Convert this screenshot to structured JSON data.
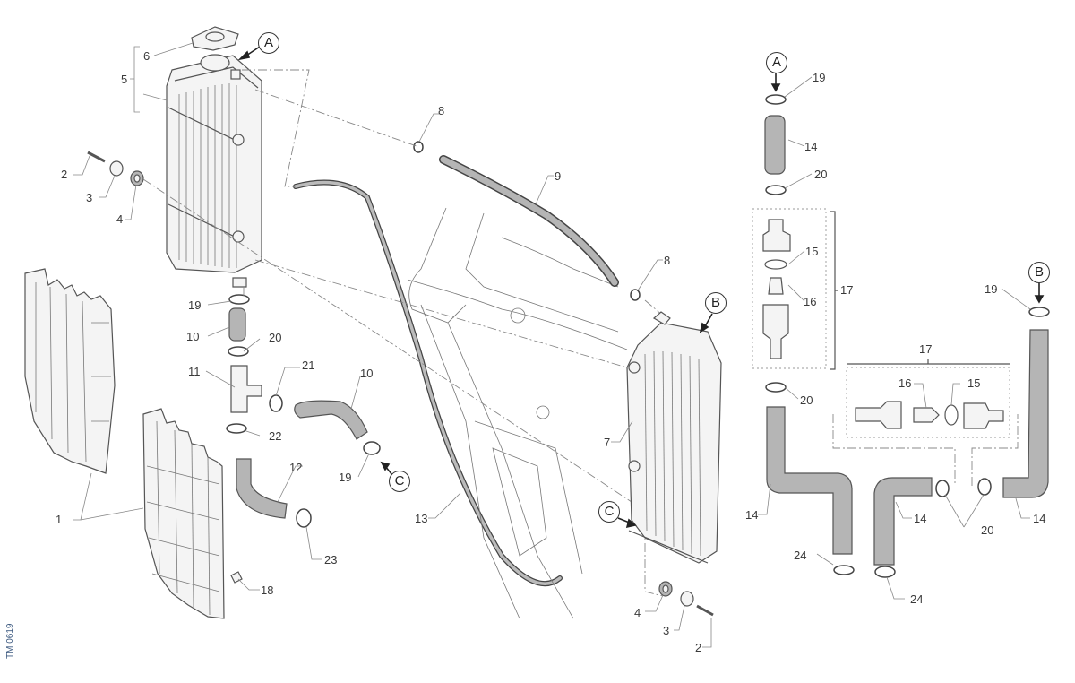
{
  "diagram": {
    "title": "Radiator / cooling system exploded view",
    "drawing_code": "TM 0619",
    "colors": {
      "line": "#555555",
      "hose_fill": "#b5b5b5",
      "part_fill": "#f4f4f4",
      "label": "#3a3a3a",
      "code": "#3d5a80"
    },
    "callouts": [
      {
        "id": "A",
        "label": "A"
      },
      {
        "id": "A2",
        "label": "A"
      },
      {
        "id": "B",
        "label": "B"
      },
      {
        "id": "B2",
        "label": "B"
      },
      {
        "id": "C",
        "label": "C"
      },
      {
        "id": "C2",
        "label": "C"
      }
    ],
    "part_labels": [
      {
        "part": "1",
        "label": "1",
        "description": "radiator guard"
      },
      {
        "part": "2",
        "label": "2",
        "description": "screw (left)"
      },
      {
        "part": "2",
        "label": "2",
        "description": "screw (right)"
      },
      {
        "part": "3",
        "label": "3",
        "description": "bushing (left)"
      },
      {
        "part": "3",
        "label": "3",
        "description": "bushing (right)"
      },
      {
        "part": "4",
        "label": "4",
        "description": "rubber grommet (left)"
      },
      {
        "part": "4",
        "label": "4",
        "description": "rubber grommet (right)"
      },
      {
        "part": "5",
        "label": "5",
        "description": "left radiator assembly"
      },
      {
        "part": "6",
        "label": "6",
        "description": "radiator cap"
      },
      {
        "part": "7",
        "label": "7",
        "description": "right radiator"
      },
      {
        "part": "8",
        "label": "8",
        "description": "hose clip (upper)"
      },
      {
        "part": "8",
        "label": "8",
        "description": "hose clip (lower)"
      },
      {
        "part": "9",
        "label": "9",
        "description": "connecting hose"
      },
      {
        "part": "10",
        "label": "10",
        "description": "straight hose"
      },
      {
        "part": "10",
        "label": "10",
        "description": "bent hose"
      },
      {
        "part": "11",
        "label": "11",
        "description": "T-piece"
      },
      {
        "part": "12",
        "label": "12",
        "description": "elbow hose"
      },
      {
        "part": "13",
        "label": "13",
        "description": "overflow hose"
      },
      {
        "part": "14",
        "label": "14",
        "description": "hose (top)"
      },
      {
        "part": "14",
        "label": "14",
        "description": "hose (left elbow)"
      },
      {
        "part": "14",
        "label": "14",
        "description": "hose (middle elbow)"
      },
      {
        "part": "14",
        "label": "14",
        "description": "hose (right elbow)"
      },
      {
        "part": "15",
        "label": "15",
        "description": "O-ring (vertical)"
      },
      {
        "part": "15",
        "label": "15",
        "description": "O-ring (horizontal)"
      },
      {
        "part": "16",
        "label": "16",
        "description": "thermostat (vertical)"
      },
      {
        "part": "16",
        "label": "16",
        "description": "thermostat (horizontal)"
      },
      {
        "part": "17",
        "label": "17",
        "description": "thermostat housing (vertical)"
      },
      {
        "part": "17",
        "label": "17",
        "description": "thermostat housing (horizontal)"
      },
      {
        "part": "18",
        "label": "18",
        "description": "plastic rivet"
      },
      {
        "part": "19",
        "label": "19",
        "description": "hose clamp (left radiator)"
      },
      {
        "part": "19",
        "label": "19",
        "description": "hose clamp (C)"
      },
      {
        "part": "19",
        "label": "19",
        "description": "hose clamp (A)"
      },
      {
        "part": "19",
        "label": "19",
        "description": "hose clamp (B)"
      },
      {
        "part": "20",
        "label": "20",
        "description": "hose clamp (left)"
      },
      {
        "part": "20",
        "label": "20",
        "description": "hose clamp (top)"
      },
      {
        "part": "20",
        "label": "20",
        "description": "hose clamp (under thermostat)"
      },
      {
        "part": "20",
        "label": "20",
        "description": "hose clamps (pair)"
      },
      {
        "part": "21",
        "label": "21",
        "description": "hose clamp"
      },
      {
        "part": "22",
        "label": "22",
        "description": "hose clamp"
      },
      {
        "part": "23",
        "label": "23",
        "description": "hose clamp"
      },
      {
        "part": "24",
        "label": "24",
        "description": "hose clamp (left)"
      },
      {
        "part": "24",
        "label": "24",
        "description": "hose clamp (right)"
      }
    ]
  }
}
